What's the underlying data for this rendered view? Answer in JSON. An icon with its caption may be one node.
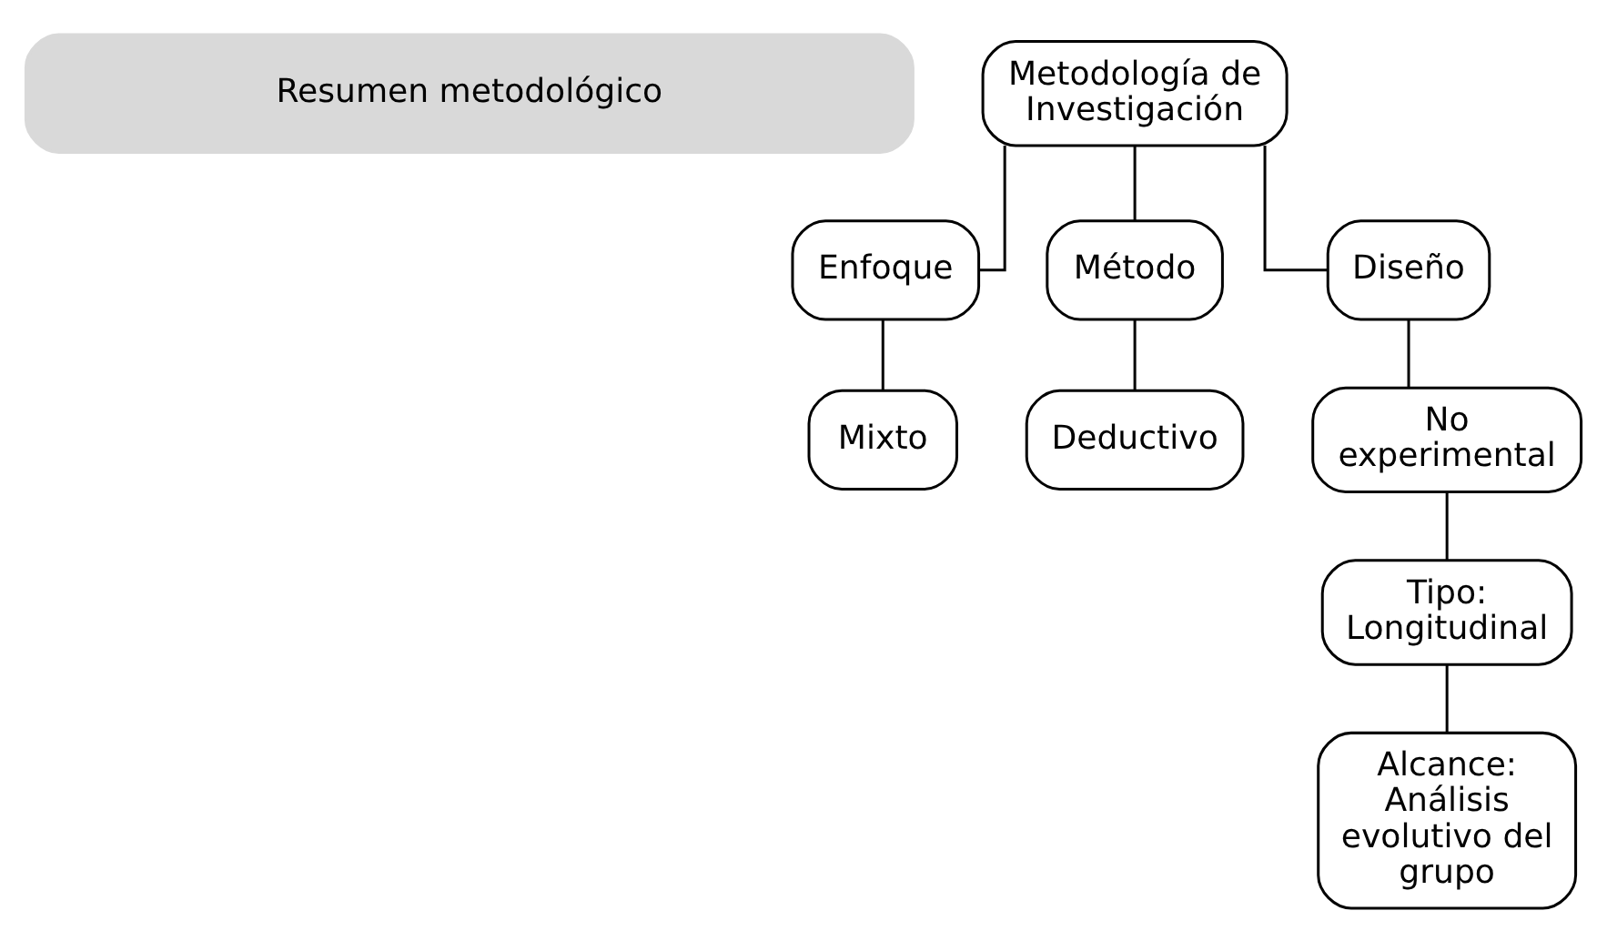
{
  "diagram": {
    "nodes": [
      {
        "text": [
          "Resumen metodológico"
        ]
      },
      {
        "text": [
          "Metodología de Investigación"
        ]
      },
      {
        "text": [
          "Enfoque"
        ]
      },
      {
        "text": [
          "Método"
        ]
      },
      {
        "text": [
          "Diseño"
        ]
      },
      {
        "text": [
          "Mixto"
        ]
      },
      {
        "text": [
          "Deductivo"
        ]
      },
      {
        "text": [
          "No experimental"
        ]
      },
      {
        "text": [
          "Tipo: Longitudinal"
        ]
      },
      {
        "text": [
          "Alcance: Análisis evolutivo del grupo"
        ]
      }
    ],
    "edges": [
      {
        "from": 1,
        "to": 2,
        "arrow": "none"
      },
      {
        "from": 1,
        "to": 3,
        "arrow": "none"
      },
      {
        "from": 1,
        "to": 4,
        "arrow": "none"
      },
      {
        "from": 2,
        "to": 5,
        "arrow": "none"
      },
      {
        "from": 3,
        "to": 6,
        "arrow": "none"
      },
      {
        "from": 4,
        "to": 7,
        "arrow": "none"
      },
      {
        "from": 7,
        "to": 8,
        "arrow": "none"
      },
      {
        "from": 8,
        "to": 9,
        "arrow": "none"
      }
    ]
  }
}
